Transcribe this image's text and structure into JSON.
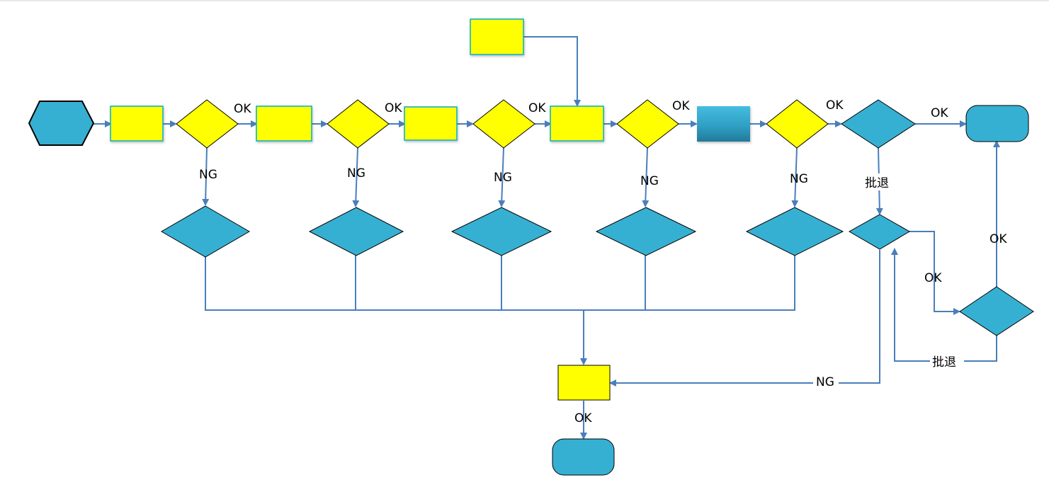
{
  "colors": {
    "process_fill": "#ffff00",
    "process_stroke": "#00b0c8",
    "decision_yellow_fill": "#ffff00",
    "decision_blue_fill": "#36b0d2",
    "terminal_fill": "#36b0d2",
    "line": "#4a7ebb"
  },
  "labels": {
    "ok": "OK",
    "ng": "NG",
    "reject": "批退"
  }
}
